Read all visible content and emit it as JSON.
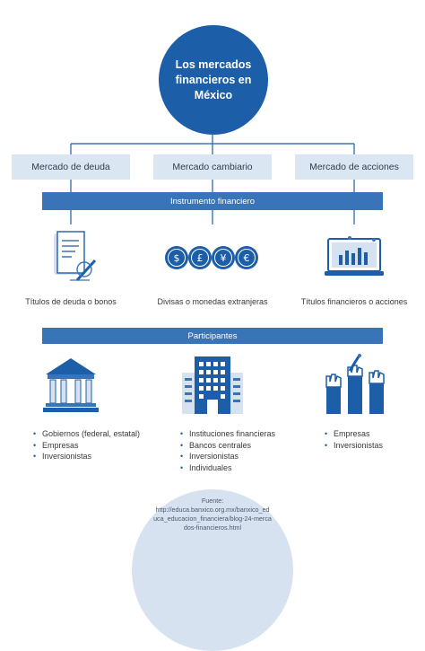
{
  "title": "Los mercados financieros en México",
  "markets": [
    {
      "label": "Mercado de deuda"
    },
    {
      "label": "Mercado cambiario"
    },
    {
      "label": "Mercado de acciones"
    }
  ],
  "instrument_band": "Instrumento financiero",
  "instruments": [
    {
      "label": "Títulos de deuda o bonos",
      "icon": "bond-document-icon"
    },
    {
      "label": "Divisas o monedas extranjeras",
      "icon": "currency-coins-icon",
      "symbols": [
        "$",
        "£",
        "¥",
        "€"
      ]
    },
    {
      "label": "Títulos financieros o acciones",
      "icon": "stock-chart-monitor-icon"
    }
  ],
  "participants_band": "Participantes",
  "participants": [
    {
      "icon": "government-building-icon",
      "items": [
        "Gobiernos (federal, estatal)",
        "Empresas",
        "Inversionistas"
      ]
    },
    {
      "icon": "office-building-icon",
      "items": [
        "Instituciones financieras",
        "Bancos centrales",
        "Inversionistas",
        "Individuales"
      ]
    },
    {
      "icon": "raised-hands-icon",
      "items": [
        "Empresas",
        "Inversionistas"
      ]
    }
  ],
  "source": {
    "heading": "Fuente:",
    "lines": [
      "http://educa.banxico.org.mx/banxico_ed",
      "uca_educacion_financiera/blog-24-merca",
      "dos-financieros.html"
    ]
  },
  "colors": {
    "primary": "#1c5ea8",
    "band": "#3a74b8",
    "box": "#dbe6f3",
    "light": "#d6e2f0"
  }
}
